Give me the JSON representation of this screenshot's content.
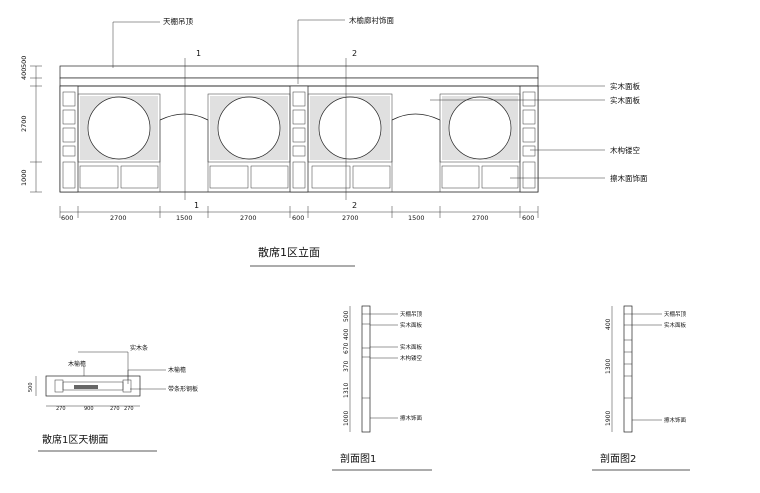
{
  "elevation": {
    "title": "散席1区立面",
    "callouts": {
      "ceiling": "天棚吊顶",
      "wood_beam": "木榆廊衬饰面",
      "solid_board_1": "实木面板",
      "solid_board_2": "实木面板",
      "wood_lattice": "木构镂空",
      "wood_veneer": "擦木面饰面"
    },
    "section_marks": [
      "1",
      "1",
      "2",
      "2"
    ],
    "vertical_dims": [
      "400",
      "500",
      "2700",
      "1000"
    ],
    "horizontal_dims": [
      "600",
      "2700",
      "1500",
      "2700",
      "600",
      "2700",
      "1500",
      "2700",
      "600"
    ]
  },
  "ceiling_plan": {
    "title": "散席1区天棚面",
    "labels": [
      "木榆檐",
      "实木条",
      "木榆檐",
      "带条形钢板"
    ],
    "dims": [
      "270",
      "900",
      "270",
      "270"
    ],
    "height": "500"
  },
  "section1": {
    "title": "剖面图1",
    "labels": [
      "天棚吊顶",
      "实木面板",
      "实木面板",
      "木构镂空",
      "擦木饰面"
    ],
    "dims": [
      "500",
      "400",
      "670",
      "370",
      "1310",
      "1000"
    ]
  },
  "section2": {
    "title": "剖面图2",
    "labels": [
      "天棚吊顶",
      "实木面板",
      "擦木饰面"
    ],
    "dims": [
      "400",
      "1300",
      "1900"
    ]
  }
}
